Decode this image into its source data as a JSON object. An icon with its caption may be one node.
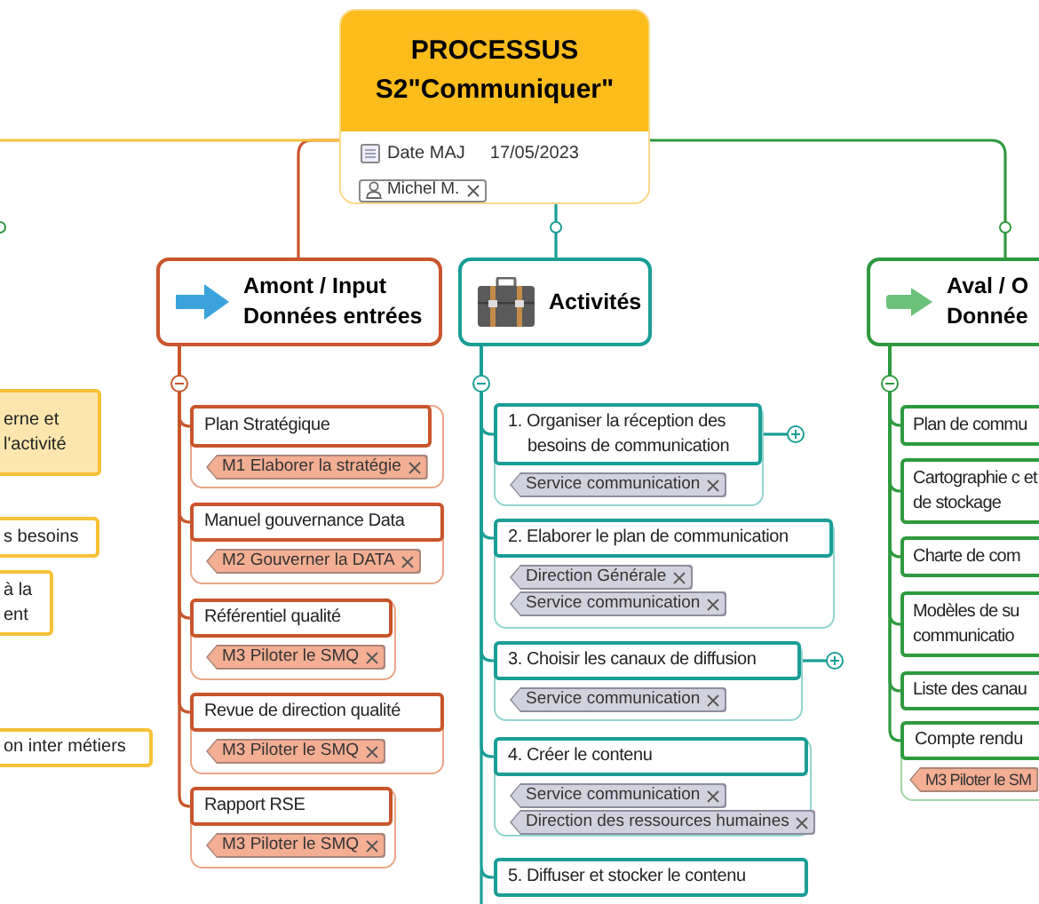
{
  "diagram": {
    "nodes": [
      {
        "text": [
          "PROCESSUS S2\"Communiquer\"",
          "Date MAJ",
          "17/05/2023",
          "Michel M."
        ]
      },
      {
        "text": [
          "Amont / Input Données entrées"
        ]
      },
      {
        "text": [
          "Plan Stratégique",
          "M1 Elaborer la stratégie"
        ]
      },
      {
        "text": [
          "Manuel gouvernance Data",
          "M2 Gouverner la DATA"
        ]
      },
      {
        "text": [
          "Référentiel qualité",
          "M3 Piloter le SMQ"
        ]
      },
      {
        "text": [
          "Revue de direction qualité",
          "M3 Piloter le SMQ"
        ]
      },
      {
        "text": [
          "Rapport RSE",
          "M3 Piloter le SMQ"
        ]
      },
      {
        "text": [
          "Activités"
        ]
      },
      {
        "text": [
          "1. Organiser la réception des besoins de communication",
          "Service communication"
        ]
      },
      {
        "text": [
          "2. Elaborer le plan de communication",
          "Direction Générale",
          "Service communication"
        ]
      },
      {
        "text": [
          "3. Choisir les canaux de diffusion",
          "Service communication"
        ]
      },
      {
        "text": [
          "4. Créer le contenu",
          "Service communication",
          "Direction des ressources humaines"
        ]
      },
      {
        "text": [
          "5. Diffuser et stocker le contenu"
        ]
      },
      {
        "text": [
          "Aval / O Donnée"
        ]
      },
      {
        "text": [
          "Plan de commu"
        ]
      },
      {
        "text": [
          "Cartographie c et de stockage"
        ]
      },
      {
        "text": [
          "Charte de com"
        ]
      },
      {
        "text": [
          "Modèles de su communicatio"
        ]
      },
      {
        "text": [
          "Liste des canau"
        ]
      },
      {
        "text": [
          "Compte rendu",
          "M3 Piloter le SM"
        ]
      },
      {
        "text": [
          "erne et l'activité"
        ]
      },
      {
        "text": [
          "s besoins"
        ]
      },
      {
        "text": [
          "à la ent"
        ]
      },
      {
        "text": [
          "on inter métiers"
        ]
      }
    ],
    "edges": [
      {
        "from": 0,
        "to": 1,
        "arrow": "none",
        "color": "#c8552b"
      },
      {
        "from": 0,
        "to": 7,
        "arrow": "none",
        "color": "#1a9e96"
      },
      {
        "from": 0,
        "to": 13,
        "arrow": "none"
      },
      {
        "from": 0,
        "to": null,
        "arrow": "none",
        "color": "#f9c23c"
      },
      {
        "from": 1,
        "to": 2,
        "arrow": "none",
        "color": "#c8552b"
      },
      {
        "from": 1,
        "to": 3,
        "arrow": "none",
        "color": "#c8552b"
      },
      {
        "from": 1,
        "to": 4,
        "arrow": "none",
        "color": "#c8552b"
      },
      {
        "from": 1,
        "to": 5,
        "arrow": "none",
        "color": "#c8552b"
      },
      {
        "from": 1,
        "to": 6,
        "arrow": "none",
        "color": "#c8552b"
      },
      {
        "from": 7,
        "to": 8,
        "arrow": "none",
        "color": "#1a9e96"
      },
      {
        "from": 7,
        "to": 9,
        "arrow": "none",
        "color": "#1a9e96"
      },
      {
        "from": 7,
        "to": 10,
        "arrow": "none",
        "color": "#1a9e96"
      },
      {
        "from": 7,
        "to": 11,
        "arrow": "none",
        "color": "#1a9e96"
      },
      {
        "from": 7,
        "to": 12,
        "arrow": "none",
        "color": "#1a9e96"
      },
      {
        "from": 13,
        "to": 14,
        "arrow": "none"
      },
      {
        "from": 13,
        "to": 15,
        "arrow": "none"
      },
      {
        "from": 13,
        "to": 16,
        "arrow": "none"
      },
      {
        "from": 13,
        "to": 17,
        "arrow": "none"
      },
      {
        "from": 13,
        "to": 18,
        "arrow": "none"
      },
      {
        "from": 13,
        "to": 19,
        "arrow": "none"
      }
    ]
  }
}
